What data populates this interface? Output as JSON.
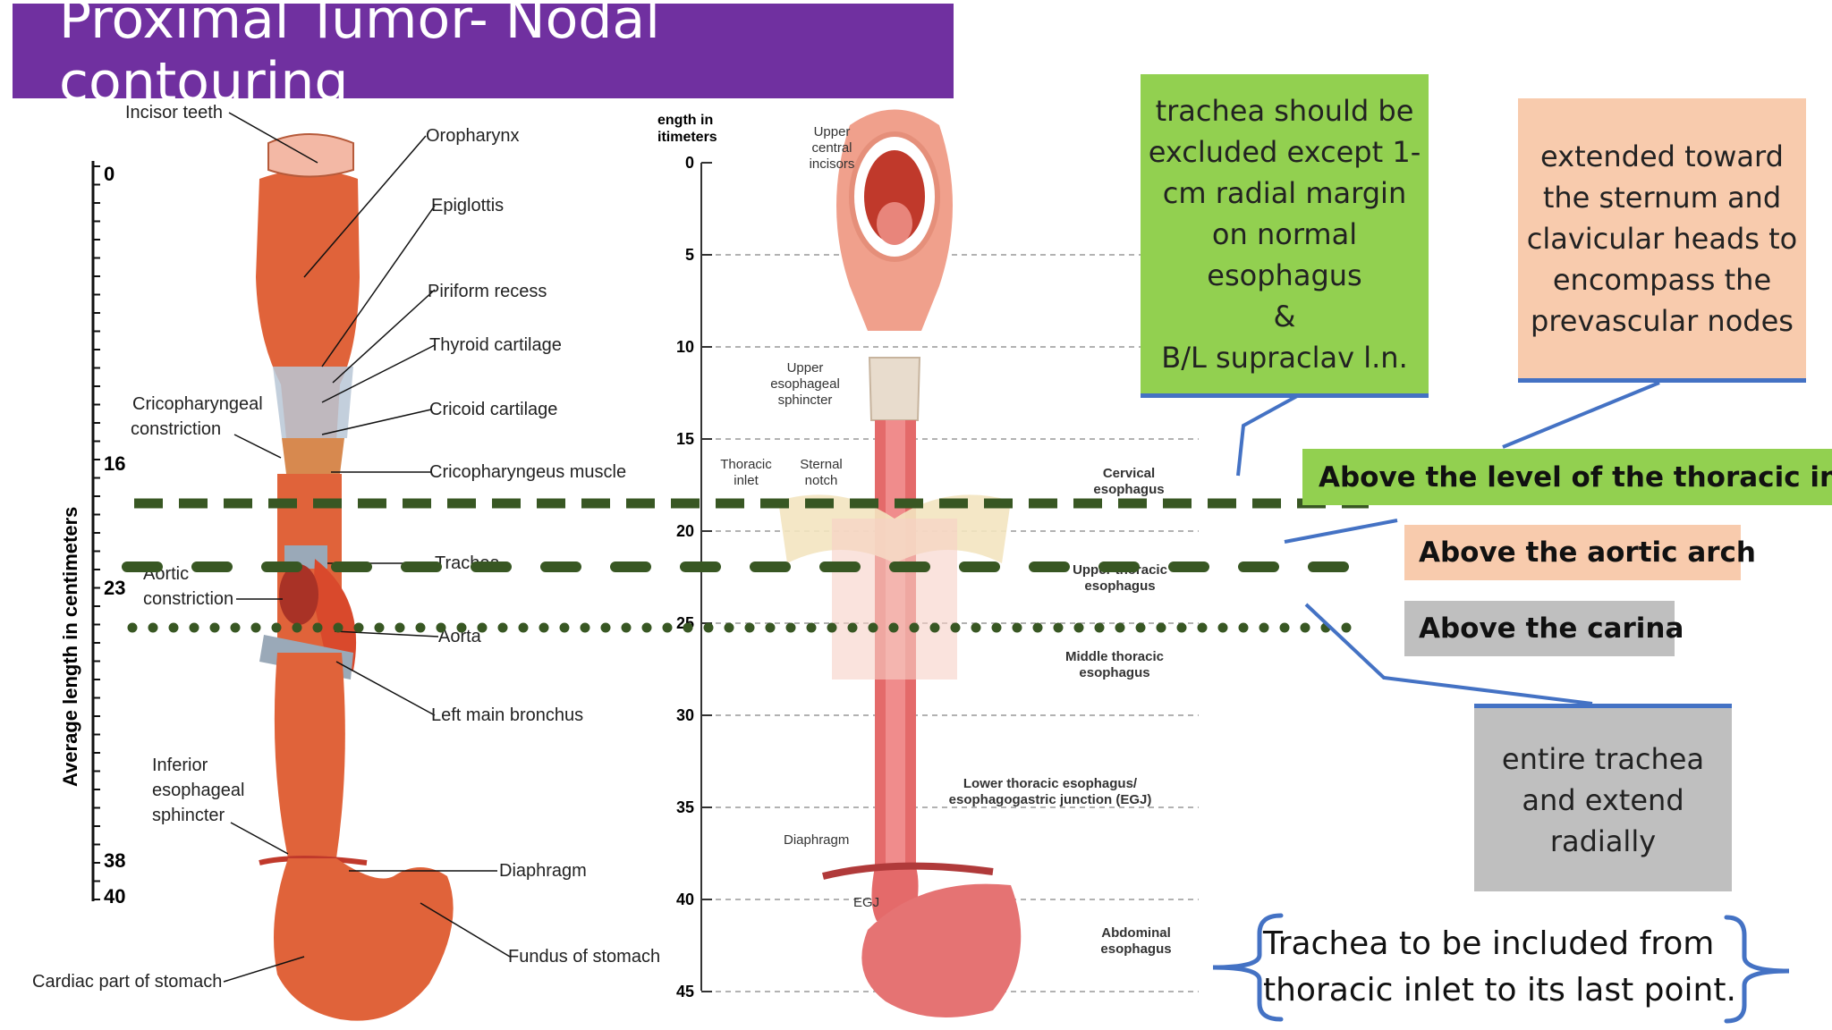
{
  "title": "Proximal Tumor- Nodal contouring",
  "left_figure": {
    "axis_label": "Average length in centimeters",
    "ticks": [
      "0",
      "16",
      "23",
      "38",
      "40"
    ],
    "labels": {
      "incisor_teeth": "Incisor teeth",
      "oropharynx": "Oropharynx",
      "epiglottis": "Epiglottis",
      "piriform_recess": "Piriform recess",
      "thyroid_cartilage": "Thyroid cartilage",
      "cricoid_cartilage": "Cricoid cartilage",
      "cricopharyngeal_constriction_1": "Cricopharyngeal",
      "cricopharyngeal_constriction_2": "constriction",
      "cricopharyngeus_muscle": "Cricopharyngeus muscle",
      "trachea": "Trachea",
      "aortic_constriction_1": "Aortic",
      "aortic_constriction_2": "constriction",
      "aorta": "Aorta",
      "left_main_bronchus": "Left main bronchus",
      "inferior_sphincter_1": "Inferior",
      "inferior_sphincter_2": "esophageal",
      "inferior_sphincter_3": "sphincter",
      "diaphragm": "Diaphragm",
      "fundus": "Fundus of stomach",
      "cardiac_part": "Cardiac part of stomach"
    }
  },
  "right_figure": {
    "axis_header_1": "ength in",
    "axis_header_2": "itimeters",
    "ticks": [
      "0",
      "5",
      "10",
      "15",
      "20",
      "25",
      "30",
      "35",
      "40",
      "45"
    ],
    "labels": {
      "upper_central_incisors": "Upper\ncentral\nincisors",
      "upper_esophageal_sphincter": "Upper\nesophageal\nsphincter",
      "thoracic_inlet": "Thoracic\ninlet",
      "sternal_notch": "Sternal\nnotch",
      "cervical_esophagus": "Cervical\nesophagus",
      "upper_thoracic_esophagus": "Upper thoracic\nesophagus",
      "middle_thoracic_esophagus": "Middle thoracic\nesophagus",
      "lower_thoracic_esophagus": "Lower thoracic esophagus/\nesophagogastric junction (EGJ)",
      "diaphragm": "Diaphragm",
      "egj": "EGJ",
      "abdominal_esophagus": "Abdominal\nesophagus"
    }
  },
  "callouts": {
    "trachea_excluded": "trachea should be\nexcluded except  1-\ncm radial margin\non normal\nesophagus\n&\nB/L supraclav l.n.",
    "extended_sternum": "extended toward\nthe sternum and\nclavicular heads to\nencompass the\nprevascular nodes",
    "entire_trachea": "entire trachea\nand extend\nradially",
    "bottom_note": "Trachea to be included from\nthoracic inlet to its last point."
  },
  "levels": {
    "thoracic_inlet": "Above the level of the thoracic inlet",
    "aortic_arch": "Above the aortic arch",
    "carina": "Above the carina"
  },
  "colors": {
    "title_bg": "#7030a0",
    "green": "#92d050",
    "peach": "#f8cbad",
    "gray": "#bfbfbf",
    "dark_green_line": "#385723",
    "blue_connector": "#4472c4",
    "esophagus": "#e0633a"
  }
}
